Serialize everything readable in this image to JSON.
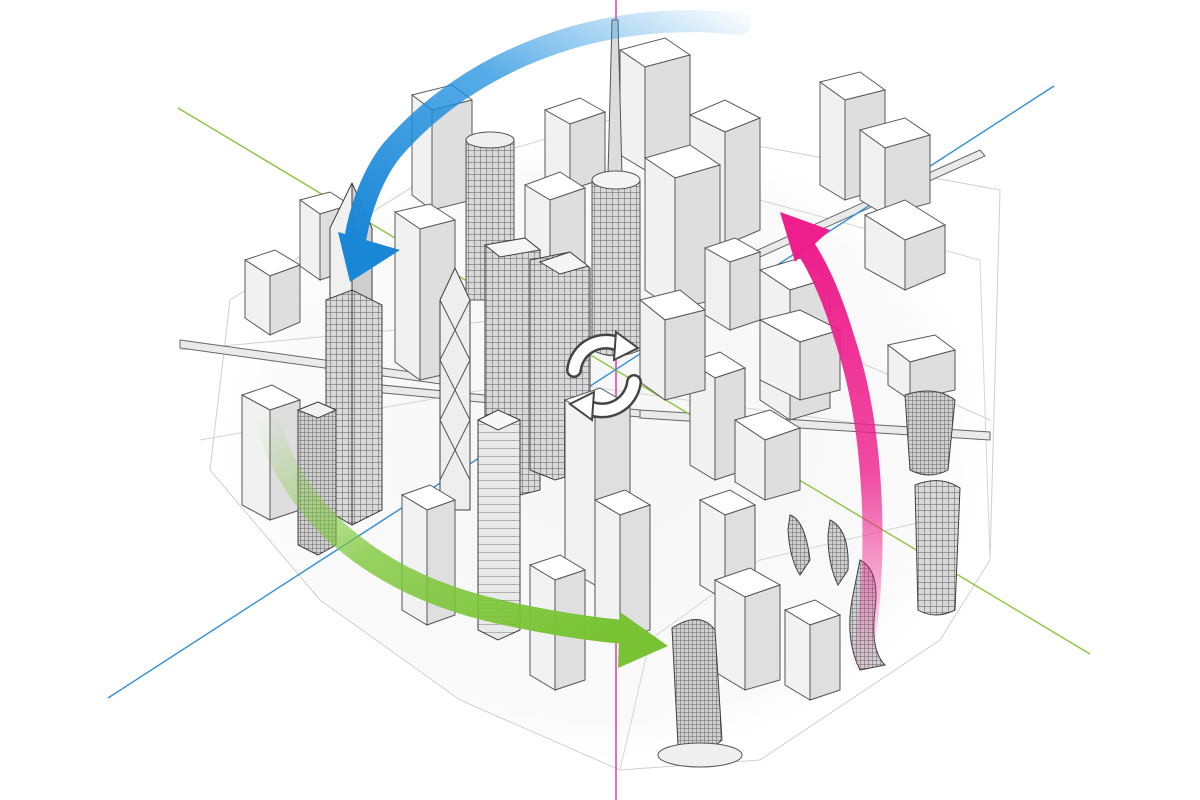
{
  "diagram": {
    "axes": [
      {
        "name": "magenta-vertical-axis",
        "color": "#e0329a"
      },
      {
        "name": "green-diagonal-axis",
        "color": "#8cc63f"
      },
      {
        "name": "blue-diagonal-axis",
        "color": "#2f8fd8"
      }
    ],
    "arrows": [
      {
        "name": "blue-rotation-arrow",
        "color": "#1e90e0"
      },
      {
        "name": "green-rotation-arrow",
        "color": "#7ec83a"
      },
      {
        "name": "magenta-rotation-arrow",
        "color": "#ee1e8c"
      }
    ],
    "center_icon": "refresh-cycle-icon",
    "palette": {
      "building_face": "#f4f4f4",
      "building_side": "#dcdcdc",
      "building_top": "#ffffff",
      "outline": "#555555",
      "glass": "#6e6e6e",
      "ground": "#fbfbfb"
    }
  }
}
